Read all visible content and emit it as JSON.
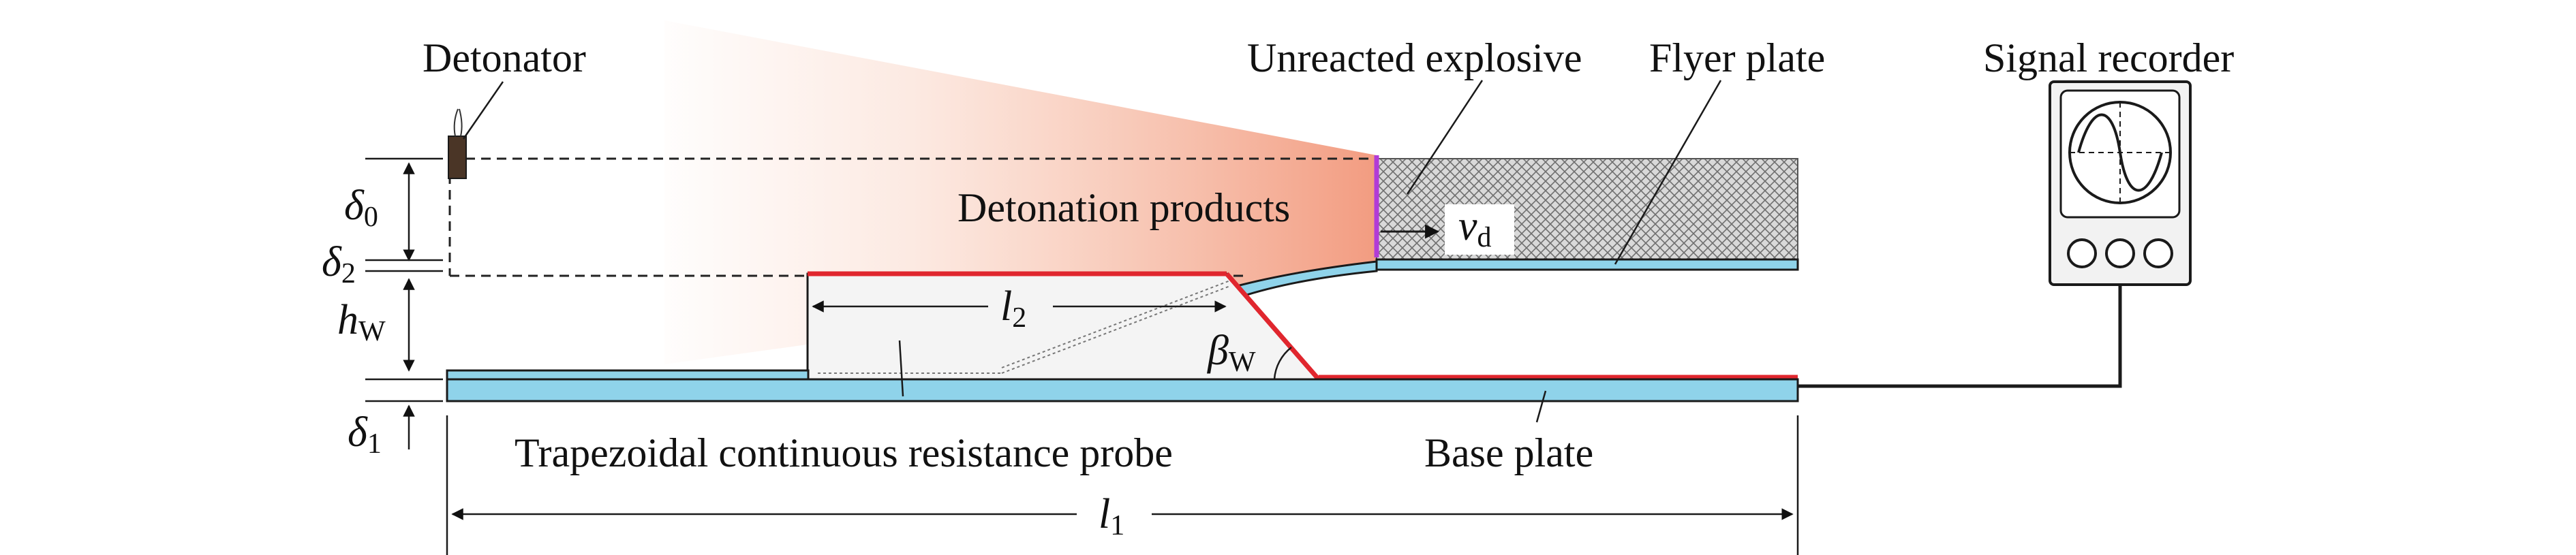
{
  "labels": {
    "detonator": "Detonator",
    "unreacted_explosive": "Unreacted explosive",
    "flyer_plate": "Flyer plate",
    "signal_recorder": "Signal recorder",
    "detonation_products": "Detonation products",
    "probe": "Trapezoidal continuous resistance probe",
    "base_plate": "Base plate"
  },
  "symbols": {
    "delta0": {
      "main": "δ",
      "sub": "0"
    },
    "delta2": {
      "main": "δ",
      "sub": "2"
    },
    "hw": {
      "main": "h",
      "sub": "W"
    },
    "delta1": {
      "main": "δ",
      "sub": "1"
    },
    "l2": {
      "main": "l",
      "sub": "2"
    },
    "l1": {
      "main": "l",
      "sub": "1"
    },
    "beta": {
      "main": "β",
      "sub": "W"
    },
    "vd": {
      "main": "v",
      "sub": "d"
    }
  },
  "colors": {
    "plate_fill": "#8fd3ea",
    "probe_edge": "#e0262e",
    "detonation_front": "#b23bd6",
    "products_gradient_start": "#f4a98a",
    "explosive_hatch": "#8a8a8a",
    "outline": "#1a1a1a"
  }
}
